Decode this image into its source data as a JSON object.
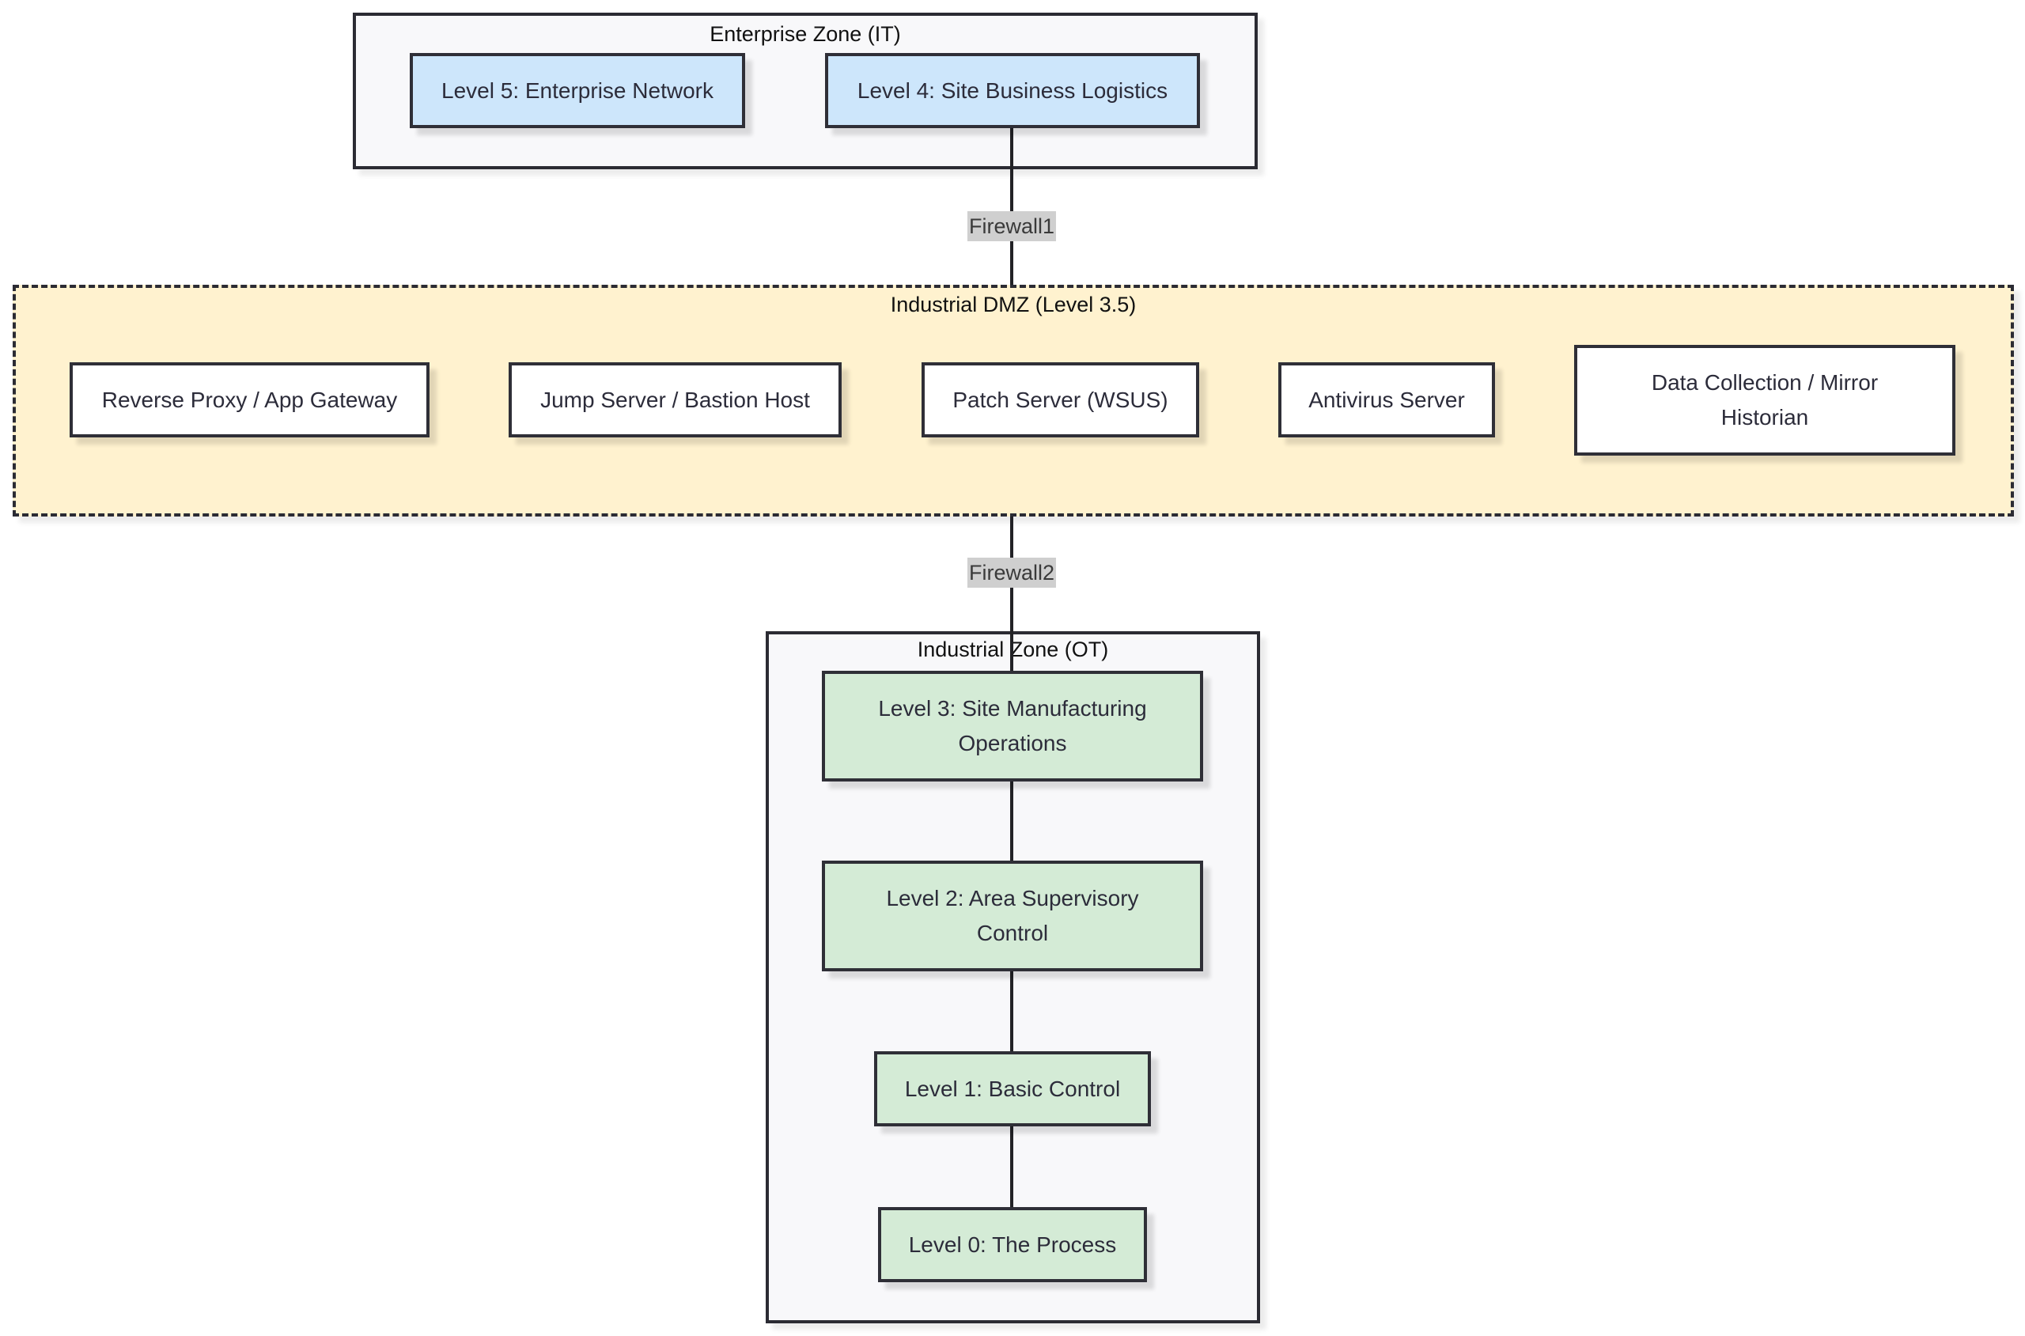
{
  "zones": {
    "enterprise": {
      "title": "Enterprise Zone (IT)"
    },
    "dmz": {
      "title": "Industrial DMZ (Level 3.5)"
    },
    "industrial": {
      "title": "Industrial Zone (OT)"
    }
  },
  "nodes": {
    "level5": "Level 5: Enterprise Network",
    "level4": "Level 4: Site Business Logistics",
    "reverse_proxy": "Reverse Proxy / App Gateway",
    "jump_server": "Jump Server / Bastion Host",
    "patch_server": "Patch Server (WSUS)",
    "antivirus": "Antivirus Server",
    "historian": "Data Collection / Mirror Historian",
    "level3": "Level 3: Site Manufacturing Operations",
    "level2": "Level 2: Area Supervisory Control",
    "level1": "Level 1: Basic Control",
    "level0": "Level 0: The Process"
  },
  "edges": {
    "firewall1": "Firewall1",
    "firewall2": "Firewall2"
  },
  "colors": {
    "it_fill": "#cde6fb",
    "dmz_fill": "#fff2cf",
    "ot_fill": "#d4ebd6",
    "zone_fill": "#f8f8fa",
    "label_fill": "#cfcfcf",
    "stroke": "#2b2b33"
  }
}
